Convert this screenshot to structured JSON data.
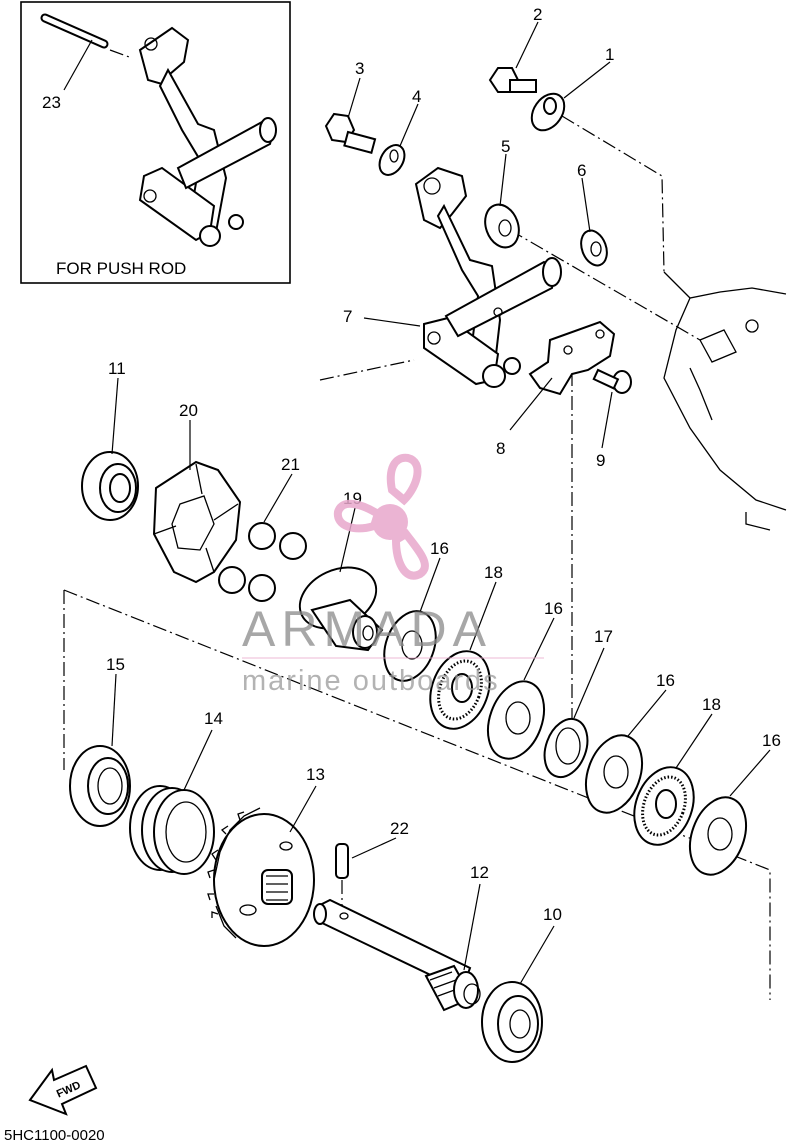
{
  "diagram": {
    "inset_caption": "FOR PUSH ROD",
    "document_code": "5HC1100-0020",
    "fwd_label": "FWD",
    "part_numbers": [
      "1",
      "2",
      "3",
      "4",
      "5",
      "6",
      "7",
      "8",
      "9",
      "10",
      "11",
      "12",
      "13",
      "14",
      "15",
      "16",
      "16",
      "16",
      "16",
      "17",
      "18",
      "18",
      "19",
      "20",
      "21",
      "22",
      "23"
    ]
  },
  "watermark": {
    "brand": "ARMADA",
    "tagline": "marine outboards",
    "colors": {
      "logo": "#e8a8cc",
      "text": "#8a8a8a"
    }
  }
}
